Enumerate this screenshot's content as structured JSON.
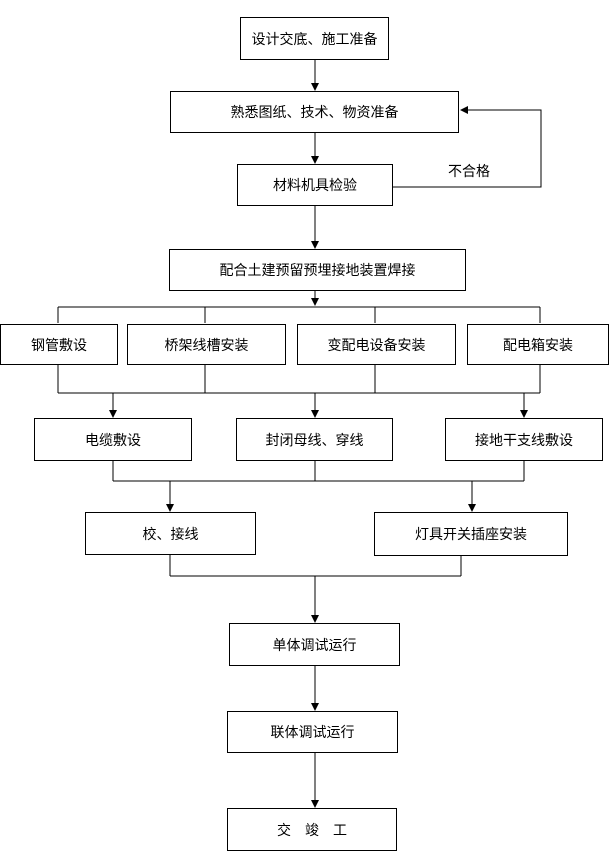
{
  "nodes": {
    "prep_design": "设计交底、施工准备",
    "familiarize": "熟悉图纸、技术、物资准备",
    "inspect": "材料机具检验",
    "coordinate": "配合土建预留预埋接地装置焊接",
    "steel_pipe": "钢管敷设",
    "tray": "桥架线槽安装",
    "substation": "变配电设备安装",
    "dist_box": "配电箱安装",
    "cable": "电缆敷设",
    "busbar": "封闭母线、穿线",
    "ground_branch": "接地干支线敷设",
    "check_wiring": "校、接线",
    "lamps": "灯具开关插座安装",
    "unit_test": "单体调试运行",
    "joint_test": "联体调试运行",
    "complete": "交　竣　工"
  },
  "edge_labels": {
    "fail": "不合格"
  }
}
